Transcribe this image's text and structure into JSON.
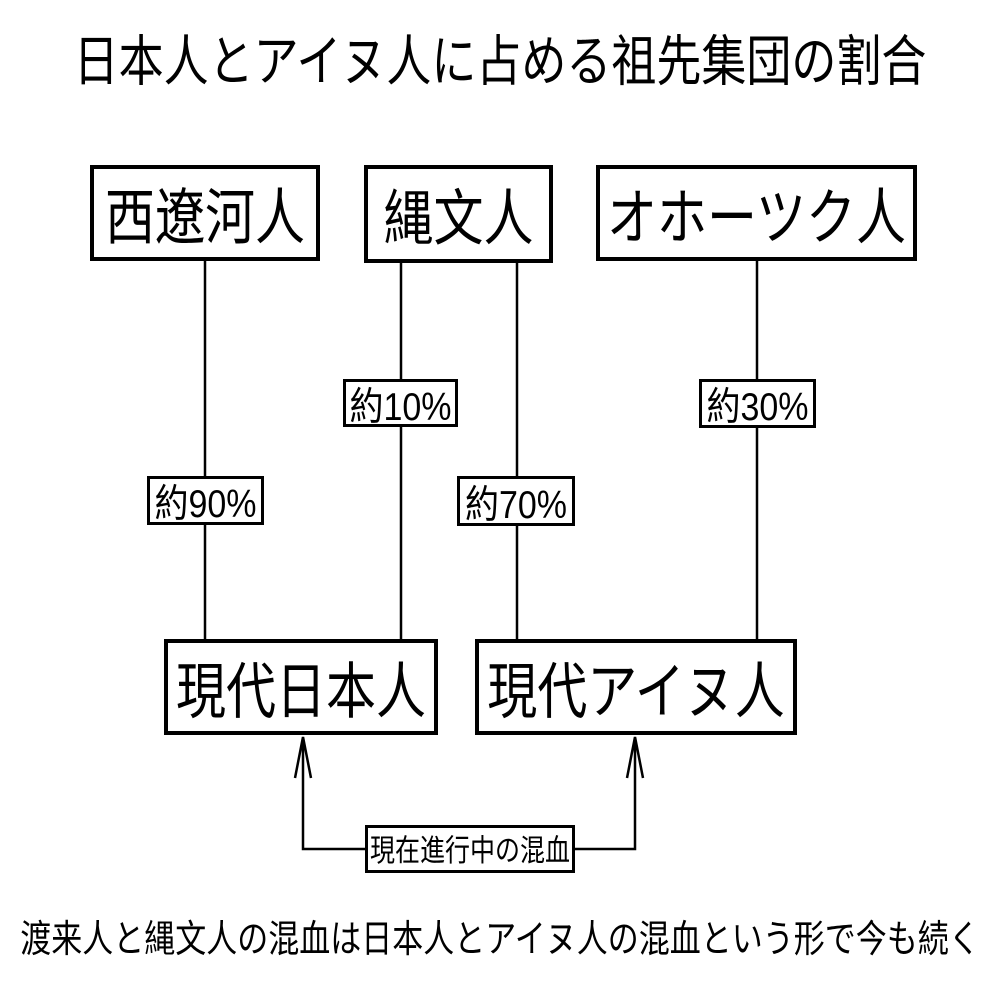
{
  "title": "日本人とアイヌ人に占める祖先集団の割合",
  "caption": "渡来人と縄文人の混血は日本人とアイヌ人の混血という形で今も続く",
  "colors": {
    "background": "#ffffff",
    "line": "#000000",
    "text": "#000000"
  },
  "diagram": {
    "ancestors": [
      {
        "label": "西遼河人"
      },
      {
        "label": "縄文人"
      },
      {
        "label": "オホーツク人"
      }
    ],
    "descendants": [
      {
        "label": "現代日本人"
      },
      {
        "label": "現代アイヌ人"
      }
    ],
    "edges": [
      {
        "from": "西遼河人",
        "to": "現代日本人",
        "label": "約90%"
      },
      {
        "from": "縄文人",
        "to": "現代日本人",
        "label": "約10%"
      },
      {
        "from": "縄文人",
        "to": "現代アイヌ人",
        "label": "約70%"
      },
      {
        "from": "オホーツク人",
        "to": "現代アイヌ人",
        "label": "約30%"
      }
    ],
    "admixture_label": "現在進行中の混血"
  }
}
